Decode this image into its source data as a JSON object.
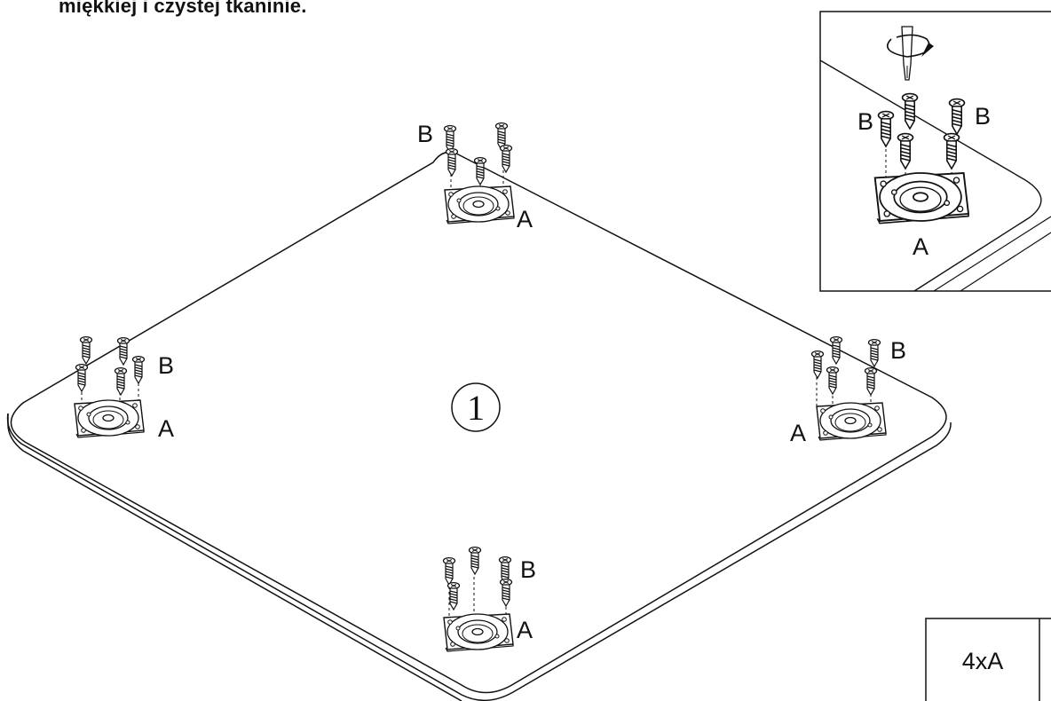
{
  "caption": "miękkiej i czystej tkaninie.",
  "step_number": "1",
  "labels": {
    "plate": "A",
    "screw": "B"
  },
  "parts_table": {
    "cells": [
      "4xA"
    ]
  },
  "colors": {
    "line": "#111111",
    "background": "#ffffff"
  }
}
